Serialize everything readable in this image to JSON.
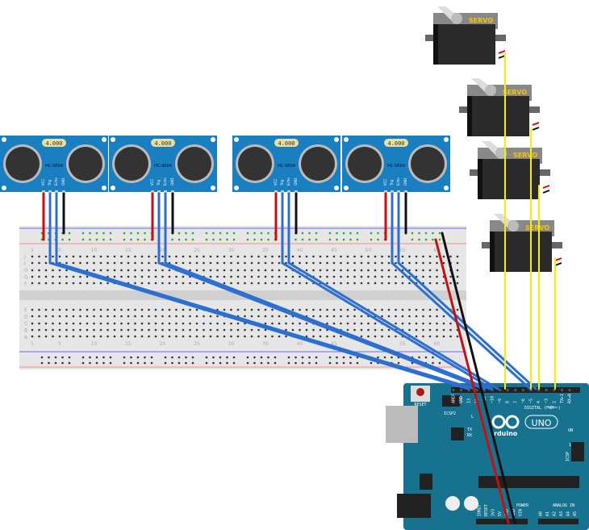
{
  "sensors": {
    "count": 4,
    "display": "4.000",
    "model": "HC-SR04",
    "pins": [
      "VCC",
      "Trig",
      "Echo",
      "GND"
    ]
  },
  "servos": {
    "count": 4,
    "label": "SERVO"
  },
  "breadboard": {
    "column_labels": [
      "1",
      "5",
      "10",
      "15",
      "20",
      "25",
      "30",
      "35",
      "40",
      "45",
      "50",
      "55",
      "60"
    ],
    "row_labels_top": [
      "J",
      "I",
      "H",
      "G",
      "F"
    ],
    "row_labels_bottom": [
      "E",
      "D",
      "C",
      "B",
      "A"
    ]
  },
  "arduino": {
    "reset": "RESET",
    "icsp2": "ICSP2",
    "icsp": "ICSP",
    "icsp_pin1": "1",
    "led_l": "L",
    "tx": "TX",
    "rx": "RX",
    "on": "ON",
    "logo": "rduino",
    "uno": "UNO",
    "digital_label": "DIGITAL (PWM=~)",
    "digital_pins": [
      "AREF",
      "GND",
      "13",
      "12",
      "~11",
      "~10",
      "~9",
      "8",
      "7",
      "~6",
      "~5",
      "4",
      "~3",
      "2",
      "TX▸1",
      "RX◂0"
    ],
    "power_label": "POWER",
    "power_pins": [
      "IOREF",
      "RESET",
      "3V3",
      "5V",
      "GND",
      "GND",
      "VIN"
    ],
    "analog_label": "ANALOG IN",
    "analog_pins": [
      "A0",
      "A1",
      "A2",
      "A3",
      "A4",
      "A5"
    ]
  },
  "colors": {
    "sensor_board": "#1a7fc1",
    "arduino_board": "#17728f",
    "wire_blue": "#2d6fd1",
    "wire_red": "#c41010",
    "wire_black": "#111111",
    "wire_yellow": "#f4f000",
    "breadboard": "#e6e6e6",
    "servo_body": "#2b2b2b"
  }
}
